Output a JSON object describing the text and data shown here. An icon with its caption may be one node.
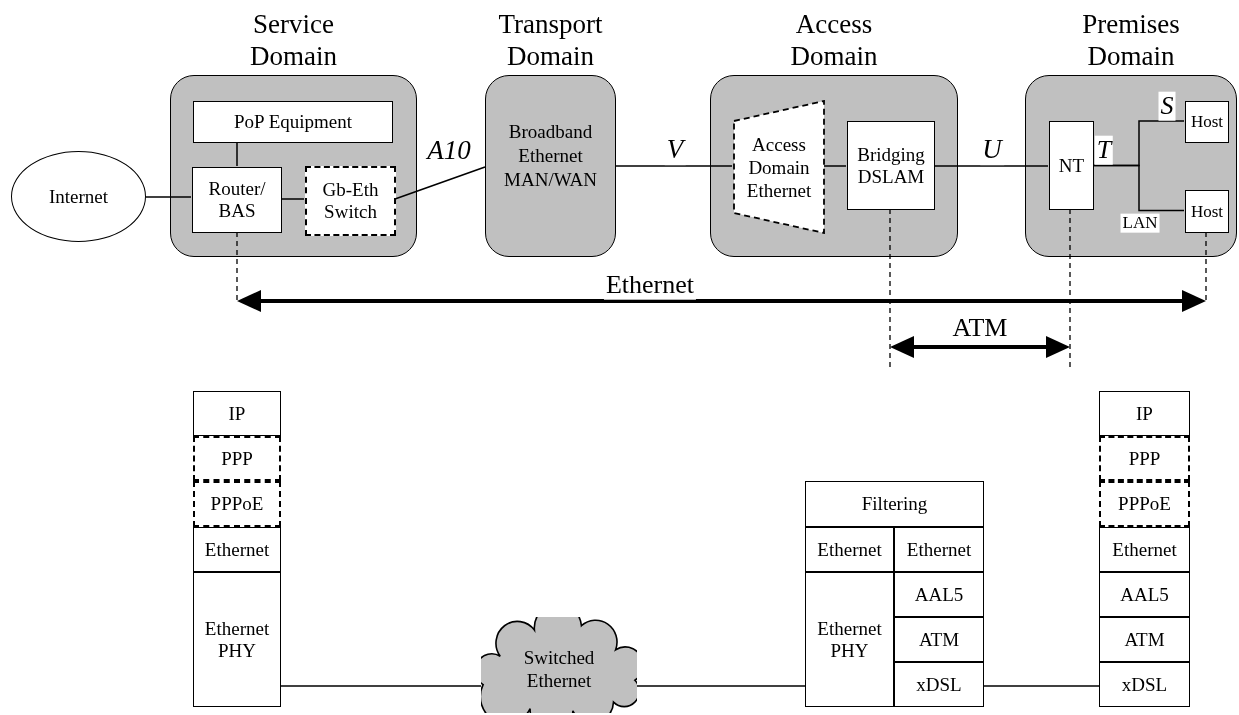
{
  "diagram": {
    "nodes": [
      {
        "text": [
          "Internet"
        ]
      },
      {
        "text": [
          "Service Domain"
        ]
      },
      {
        "text": [
          "PoP Equipment"
        ],
        "in": 1
      },
      {
        "text": [
          "Router/ BAS"
        ],
        "in": 1
      },
      {
        "text": [
          "Gb-Eth Switch"
        ],
        "in": 1
      },
      {
        "text": [
          "Transport Domain",
          "Broadband Ethernet MAN/WAN"
        ]
      },
      {
        "text": [
          "Access Domain"
        ]
      },
      {
        "text": [
          "Access Domain Ethernet"
        ],
        "in": 6
      },
      {
        "text": [
          "Bridging DSLAM"
        ],
        "in": 6
      },
      {
        "text": [
          "Premises Domain"
        ]
      },
      {
        "text": [
          "NT"
        ],
        "in": 9
      },
      {
        "text": [
          "Host"
        ],
        "in": 9
      },
      {
        "text": [
          "Host"
        ],
        "in": 9
      },
      {
        "text": [
          "IP"
        ]
      },
      {
        "text": [
          "PPP"
        ]
      },
      {
        "text": [
          "PPPoE"
        ]
      },
      {
        "text": [
          "Ethernet"
        ]
      },
      {
        "text": [
          "Ethernet PHY"
        ]
      },
      {
        "text": [
          "Switched Ethernet"
        ]
      },
      {
        "text": [
          "Filtering"
        ]
      },
      {
        "text": [
          "Ethernet"
        ]
      },
      {
        "text": [
          "Ethernet"
        ]
      },
      {
        "text": [
          "Ethernet PHY"
        ]
      },
      {
        "text": [
          "AAL5"
        ]
      },
      {
        "text": [
          "ATM"
        ]
      },
      {
        "text": [
          "xDSL"
        ]
      },
      {
        "text": [
          "IP"
        ]
      },
      {
        "text": [
          "PPP"
        ]
      },
      {
        "text": [
          "PPPoE"
        ]
      },
      {
        "text": [
          "Ethernet"
        ]
      },
      {
        "text": [
          "AAL5"
        ]
      },
      {
        "text": [
          "ATM"
        ]
      },
      {
        "text": [
          "xDSL"
        ]
      }
    ],
    "edges": [
      {
        "from": 0,
        "to": 3,
        "arrow": "none"
      },
      {
        "from": 2,
        "to": 3,
        "arrow": "none"
      },
      {
        "from": 3,
        "to": 4,
        "arrow": "none"
      },
      {
        "from": 4,
        "to": 5,
        "arrow": "none",
        "label": "A10"
      },
      {
        "from": 5,
        "to": 7,
        "arrow": "none",
        "label": "V"
      },
      {
        "from": 7,
        "to": 8,
        "arrow": "none"
      },
      {
        "from": 8,
        "to": 10,
        "arrow": "none",
        "label": "U"
      },
      {
        "from": 10,
        "to": 11,
        "arrow": "none"
      },
      {
        "from": 10,
        "to": 12,
        "arrow": "none"
      },
      {
        "from": 17,
        "to": 18,
        "arrow": "none"
      },
      {
        "from": 18,
        "to": 22,
        "arrow": "none"
      },
      {
        "from": 25,
        "to": 32,
        "arrow": "none"
      }
    ],
    "labels": [
      "S",
      "T",
      "LAN",
      "Ethernet",
      "ATM"
    ]
  }
}
